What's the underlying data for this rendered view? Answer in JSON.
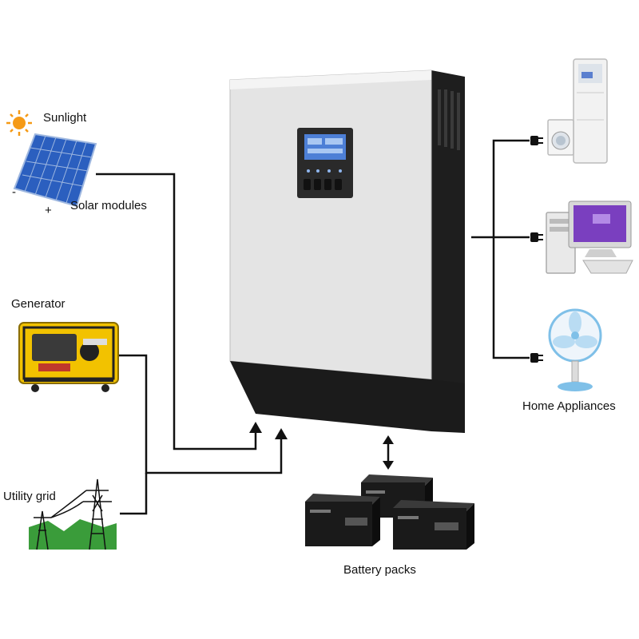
{
  "labels": {
    "sunlight": "Sunlight",
    "solar_modules": "Solar modules",
    "generator": "Generator",
    "utility_grid": "Utility grid",
    "battery_packs": "Battery packs",
    "home_appliances": "Home Appliances",
    "solar_minus": "-",
    "solar_plus": "+"
  },
  "colors": {
    "inverter_body": "#e6e6e6",
    "inverter_dark": "#1e1e1e",
    "lcd_screen": "#4d7fd6",
    "sun": "#f59a16",
    "solar_panel": "#2b5fbf",
    "generator": "#f2c200",
    "grid_green": "#3a9c3a",
    "battery": "#1a1a1a",
    "monitor_screen": "#7a3fbf",
    "fan_blue": "#7fc0e8"
  },
  "icons": [
    "sun-icon",
    "solar-panel-icon",
    "generator-icon",
    "utility-grid-icon",
    "battery-icon",
    "air-conditioner-icon",
    "washing-machine-icon",
    "desktop-computer-icon",
    "electric-fan-icon",
    "plug-icon"
  ]
}
